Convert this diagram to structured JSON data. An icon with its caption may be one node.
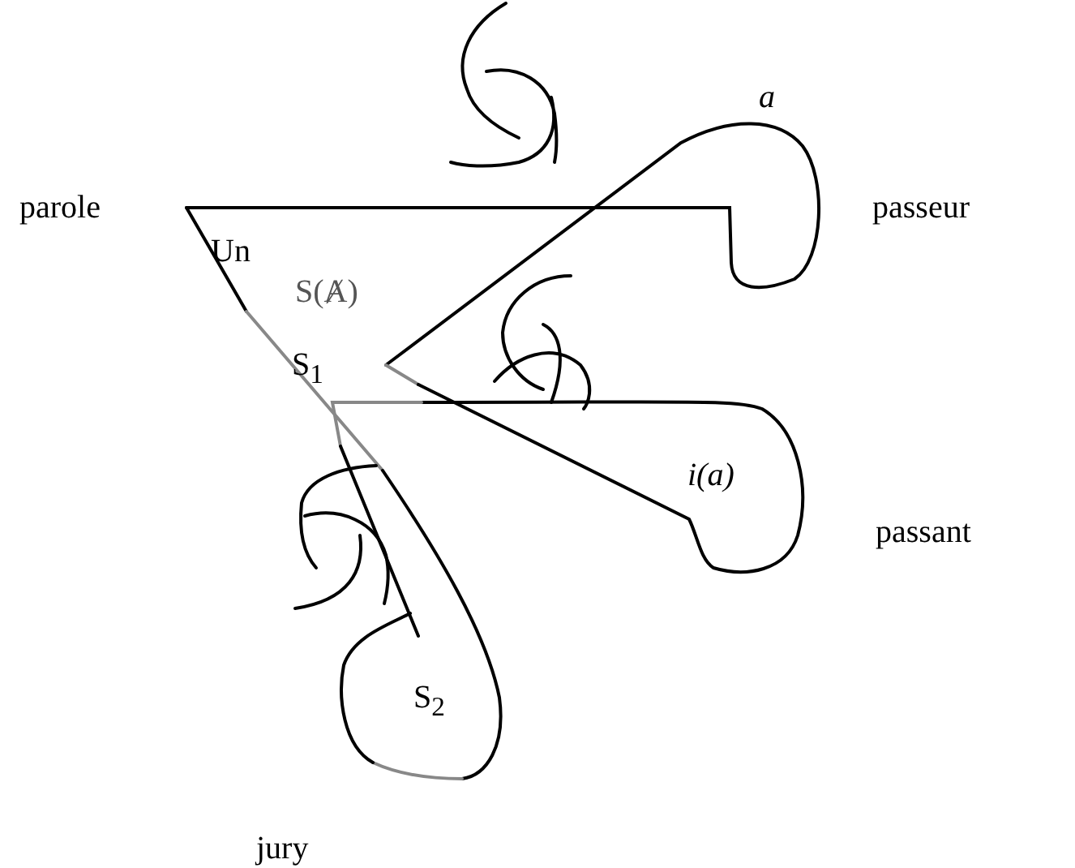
{
  "diagram": {
    "labels": [
      "a",
      "parole",
      "passeur",
      "Un",
      "S(Ⱥ)",
      "S$_{1}$",
      "i(a)",
      "passant",
      "S$_{2}$",
      "jury"
    ]
  }
}
